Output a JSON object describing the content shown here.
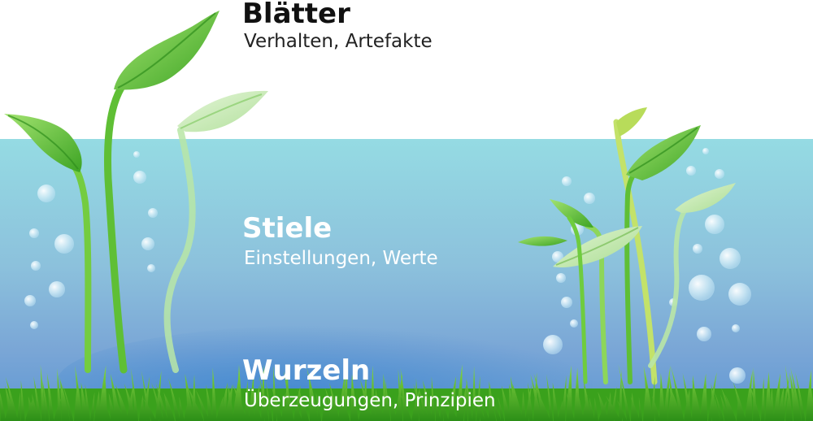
{
  "layers": [
    {
      "id": "blaetter",
      "title": "Blätter",
      "subtitle": "Verhalten, Artefakte"
    },
    {
      "id": "stiele",
      "title": "Stiele",
      "subtitle": "Einstellungen, Werte"
    },
    {
      "id": "wurzeln",
      "title": "Wurzeln",
      "subtitle": "Überzeugungen, Prinzipien"
    }
  ],
  "colors": {
    "sky": "#ffffff",
    "water_top": "#95dbe3",
    "water_mid": "#7faed7",
    "water_deep": "#4d8fd2",
    "grass_dark": "#2f9a18",
    "grass_light": "#7fd33a",
    "stem": "#6dc93c",
    "stem_pale": "#b9e6a6",
    "leaf_dark": "#3fa826",
    "leaf_light": "#9be06a",
    "bubble": "#cfeaf7"
  }
}
